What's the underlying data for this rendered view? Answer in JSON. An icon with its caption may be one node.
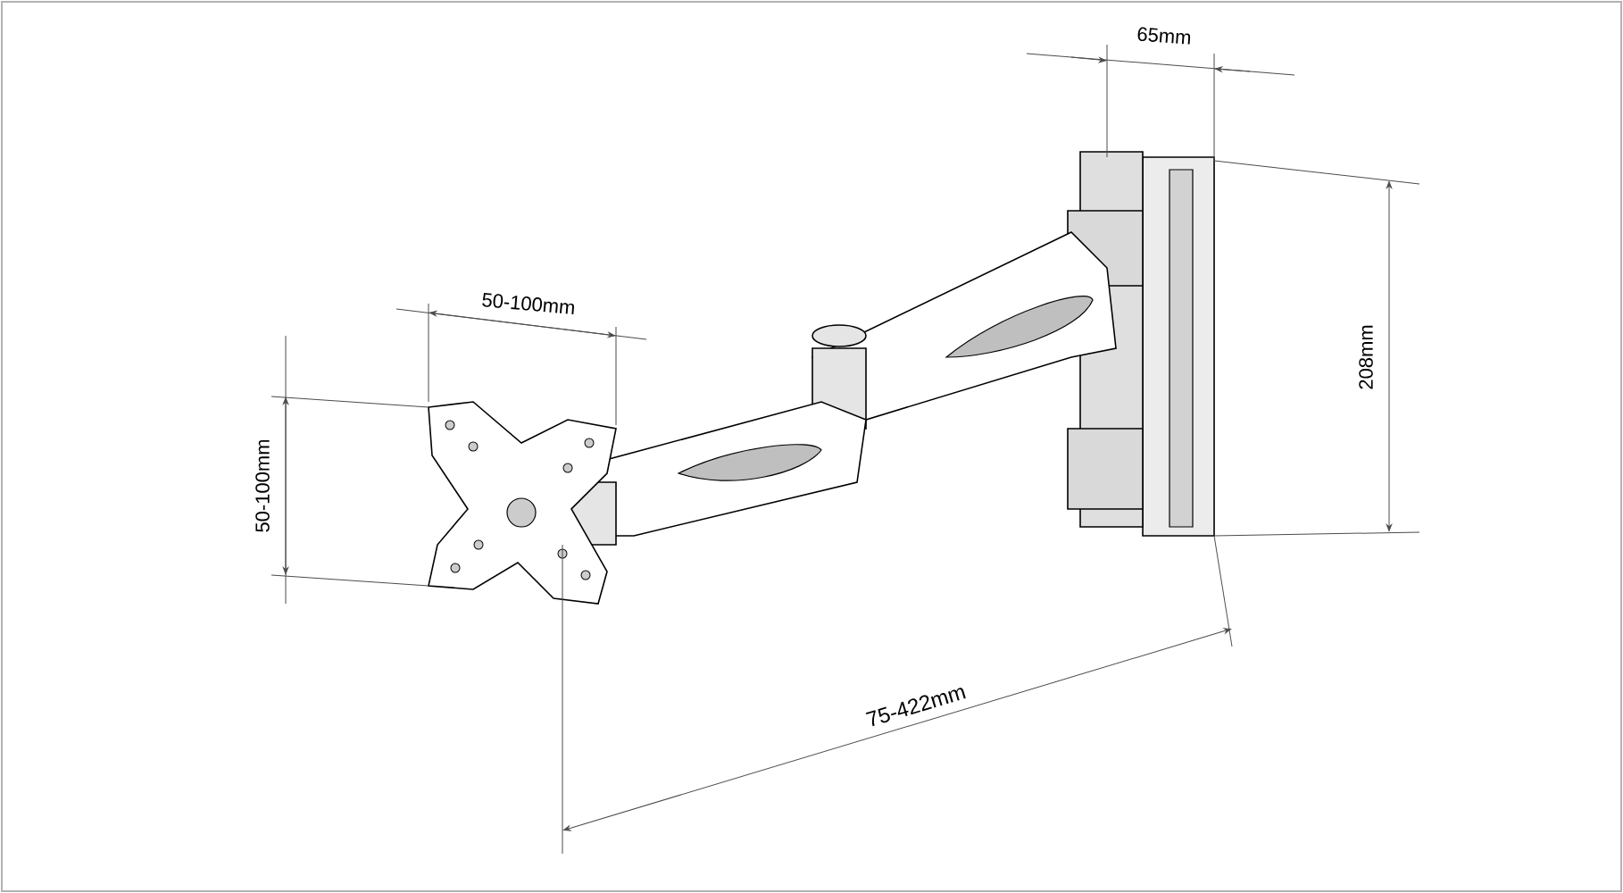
{
  "diagram": {
    "labels": [
      "65mm",
      "50-100mm",
      "208mm",
      "50-100mm",
      "75-422mm"
    ]
  }
}
